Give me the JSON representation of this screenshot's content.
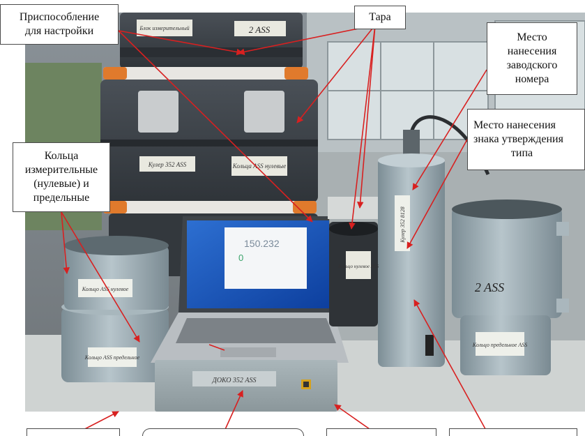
{
  "callouts": {
    "fixture": [
      "Приспособление",
      "для настройки"
    ],
    "tare": [
      "Тара"
    ],
    "serial_place": [
      "Место",
      "нанесения",
      "заводского",
      "номера"
    ],
    "approval_place": [
      "Место нанесения",
      "знака утверждения",
      "типа"
    ],
    "rings": [
      "Кольца",
      "измерительные",
      "(нулевые) и",
      "предельные"
    ]
  },
  "device_labels": {
    "top_case": "2 ASS",
    "top_case_tag": "Блок измерительный",
    "case_left_tag": "Кулер 352 ASS",
    "case_right_tag": "Кольца ASS нулевые",
    "cylinder_right": "2 ASS",
    "ring_upper": "Кольцо ASS нулевое",
    "ring_lower": "Кольцо ASS предельное",
    "unit_front": "ДОКО 352 ASS",
    "right_ring_lower": "Кольцо предельное ASS",
    "tall_cyl_label": "Кулер 352 8128",
    "small_cyl_label": "Кольцо нулевое ASS"
  },
  "laptop_screen": {
    "value_main": "150.232",
    "value_zero": "0"
  },
  "colors": {
    "case_dark": "#3a3f45",
    "steel_blue": "#9fb0b8",
    "orange_handle": "#e07a2c",
    "arrow_red": "#d82020"
  }
}
